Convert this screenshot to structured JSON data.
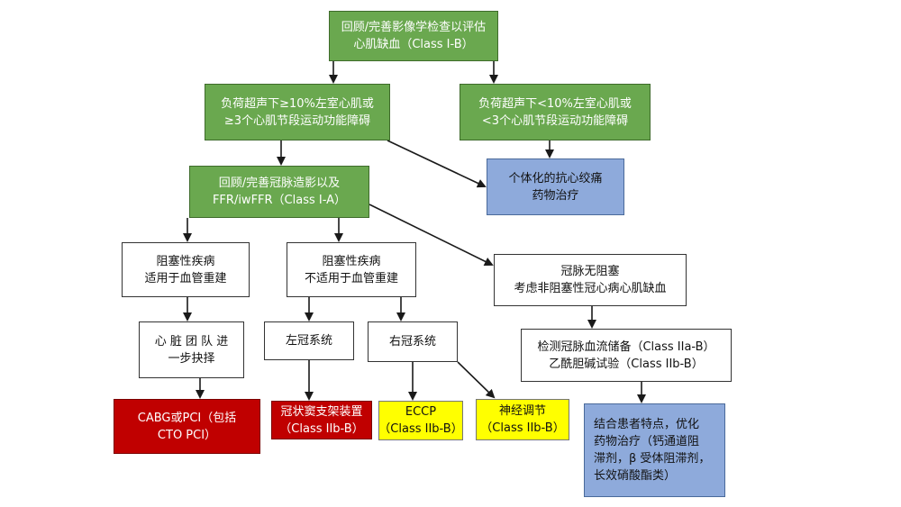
{
  "nodes": {
    "review_imaging": {
      "line1": "回顾/完善影像学检查以评估",
      "line2": "心肌缺血（Class I-B）"
    },
    "stress_high": {
      "line1": "负荷超声下≥10%左室心肌或",
      "line2": "≥3个心肌节段运动功能障碍"
    },
    "stress_low": {
      "line1": "负荷超声下<10%左室心肌或",
      "line2": "<3个心肌节段运动功能障碍"
    },
    "individual_therapy": {
      "line1": "个体化的抗心绞痛",
      "line2": "药物治疗"
    },
    "review_angio": {
      "line1": "回顾/完善冠脉造影以及",
      "line2": "FFR/iwFFR（Class I-A）"
    },
    "obstructive_suitable": {
      "line1": "阻塞性疾病",
      "line2": "适用于血管重建"
    },
    "obstructive_unsuitable": {
      "line1": "阻塞性疾病",
      "line2": "不适用于血管重建"
    },
    "no_obstruction": {
      "line1": "冠脉无阻塞",
      "line2": "考虑非阻塞性冠心病心肌缺血"
    },
    "heart_team": {
      "line1": "心 脏 团 队 进",
      "line2": "一步抉择"
    },
    "left_coronary": {
      "line1": "左冠系统"
    },
    "right_coronary": {
      "line1": "右冠系统"
    },
    "cfr_test": {
      "line1": "检测冠脉血流储备（Class IIa-B）",
      "line2": "乙酰胆碱试验（Class IIb-B）"
    },
    "cabg_pci": {
      "line1": "CABG或PCI（包括",
      "line2": "CTO PCI）"
    },
    "cs_reducer": {
      "line1": "冠状窦支架装置",
      "line2": "（Class IIb-B）"
    },
    "eccp": {
      "line1": "ECCP",
      "line2": "（Class IIb-B）"
    },
    "neuromodulation": {
      "line1": "神经调节",
      "line2": "（Class IIb-B）"
    },
    "tailored_therapy": {
      "line1": "结合患者特点，优化",
      "line2": "药物治疗（钙通道阻",
      "line3": "滞剂，β 受体阻滞剂，",
      "line4": "长效硝酸酯类）"
    }
  },
  "colors": {
    "green": "#6aa84f",
    "blue": "#8eaadb",
    "red": "#c00000",
    "yellow": "#ffff00",
    "arrow": "#1a1a1a"
  }
}
